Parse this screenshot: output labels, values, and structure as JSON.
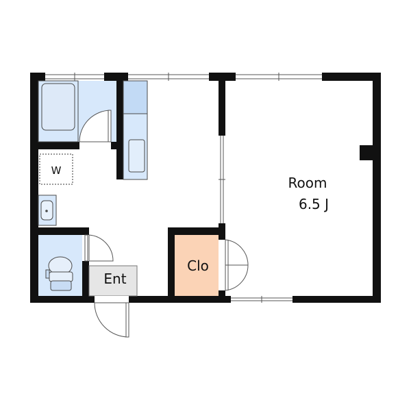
{
  "labels": {
    "washer": "W",
    "room_name": "Room",
    "room_size": "6.5 J",
    "closet": "Clo",
    "entrance": "Ent"
  },
  "colors": {
    "wall": "#111111",
    "fixture_blue": "#d7e8fb",
    "fixture_blue_dark": "#a8c6e8",
    "fixture_outline": "#4a4a4a",
    "closet_fill": "#fbd3b6",
    "entrance_fill": "#e6e6e6",
    "background": "#ffffff"
  }
}
